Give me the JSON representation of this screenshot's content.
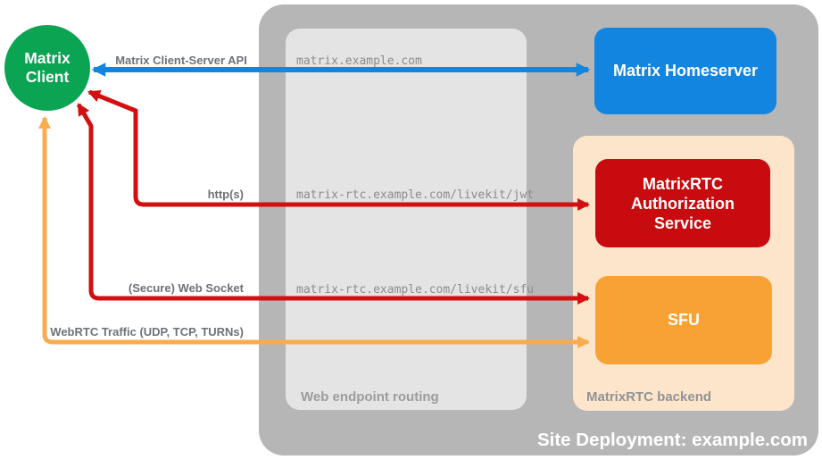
{
  "nodes": {
    "client": {
      "label": "Matrix Client",
      "color": "#0aa453"
    },
    "homeserver": {
      "label": "Matrix Homeserver",
      "color": "#1185e0"
    },
    "auth_service": {
      "label": "MatrixRTC Authorization Service",
      "color": "#c70b0e"
    },
    "sfu": {
      "label": "SFU",
      "color": "#f8a235"
    }
  },
  "containers": {
    "site": {
      "caption": "Site Deployment: example.com",
      "color": "#b6b6b6"
    },
    "routing": {
      "caption": "Web endpoint routing",
      "color": "#e4e4e4"
    },
    "backend": {
      "caption": "MatrixRTC backend",
      "color": "#fce5cb"
    }
  },
  "endpoints": [
    "matrix.example.com",
    "matrix-rtc.example.com/livekit/jwt",
    "matrix-rtc.example.com/livekit/sfu"
  ],
  "arrows": [
    {
      "label": "Matrix Client-Server API",
      "from": "Matrix Client",
      "to": "Matrix Homeserver",
      "via": "matrix.example.com",
      "bidirectional": true
    },
    {
      "label": "http(s)",
      "from": "Matrix Client",
      "to": "MatrixRTC Authorization Service",
      "via": "matrix-rtc.example.com/livekit/jwt",
      "bidirectional": true
    },
    {
      "label": "(Secure) Web Socket",
      "from": "Matrix Client",
      "to": "SFU",
      "via": "matrix-rtc.example.com/livekit/sfu",
      "bidirectional": true
    },
    {
      "label": "WebRTC Traffic (UDP, TCP, TURNs)",
      "from": "Matrix Client",
      "to": "SFU",
      "bidirectional": true
    }
  ],
  "colors": {
    "arrow_blue": "#1185e0",
    "arrow_red": "#d21011",
    "arrow_orange": "#f9ab4d",
    "label_gray": "#6e7277",
    "endpoint_gray": "#8c8c8c"
  }
}
